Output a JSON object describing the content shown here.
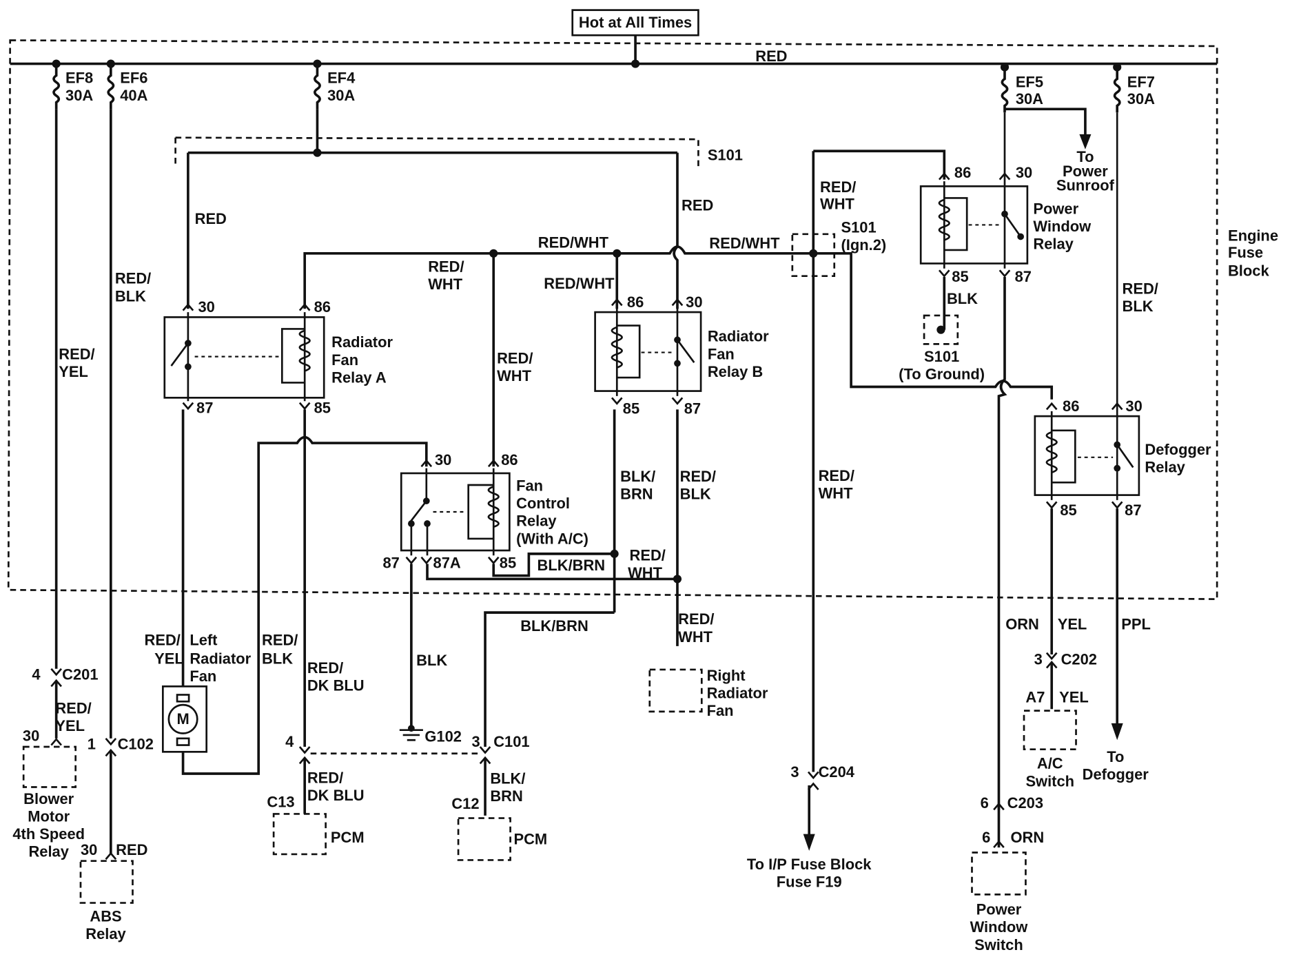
{
  "header": {
    "title": "Hot at All Times"
  },
  "block_label": {
    "lines": [
      "Engine",
      "Fuse",
      "Block"
    ]
  },
  "bus": {
    "color": "RED"
  },
  "fuses": [
    {
      "name": "EF8",
      "rating": "30A"
    },
    {
      "name": "EF6",
      "rating": "40A"
    },
    {
      "name": "EF4",
      "rating": "30A"
    },
    {
      "name": "EF5",
      "rating": "30A"
    },
    {
      "name": "EF7",
      "rating": "30A"
    }
  ],
  "splices": {
    "top": "S101",
    "ign_lines": [
      "S101",
      "(Ign.2)"
    ],
    "ground_lines": [
      "S101",
      "(To Ground)"
    ],
    "ground_point": "G102"
  },
  "relays": {
    "fan_a": {
      "lines": [
        "Radiator",
        "Fan",
        "Relay A"
      ],
      "pins": [
        "30",
        "86",
        "87",
        "85"
      ]
    },
    "fan_b": {
      "lines": [
        "Radiator",
        "Fan",
        "Relay B"
      ],
      "pins": [
        "86",
        "30",
        "85",
        "87"
      ]
    },
    "fan_control": {
      "lines": [
        "Fan",
        "Control",
        "Relay",
        "(With A/C)"
      ],
      "pins": [
        "30",
        "86",
        "87",
        "87A",
        "85"
      ]
    },
    "power_window": {
      "lines": [
        "Power",
        "Window",
        "Relay"
      ],
      "pins": [
        "86",
        "30",
        "85",
        "87"
      ]
    },
    "defogger": {
      "lines": [
        "Defogger",
        "Relay"
      ],
      "pins": [
        "86",
        "30",
        "85",
        "87"
      ]
    }
  },
  "wires": {
    "red": "RED",
    "red_wht": "RED/WHT",
    "red_wht_1": "RED/",
    "red_wht_2": "WHT",
    "red_blk_1": "RED/",
    "red_blk_2": "BLK",
    "red_yel_1": "RED/",
    "red_yel_2": "YEL",
    "blk_brn": "BLK/BRN",
    "blk_brn_1": "BLK/",
    "blk_brn_2": "BRN",
    "red_dkblu_1": "RED/",
    "red_dkblu_2": "DK BLU",
    "blk": "BLK",
    "orn": "ORN",
    "yel": "YEL",
    "ppl": "PPL",
    "yel_left": "YEL",
    "red_left": "RED/"
  },
  "connectors": {
    "c201": {
      "name": "C201",
      "pin": "4"
    },
    "c102": {
      "name": "C102",
      "pin": "1"
    },
    "c101": {
      "name": "C101",
      "pin": "3"
    },
    "c101_left": {
      "pin": "4"
    },
    "c202": {
      "name": "C202",
      "pin": "3"
    },
    "c204": {
      "name": "C204",
      "pin": "3"
    },
    "c203": {
      "name": "C203",
      "pin": "6"
    },
    "c13": {
      "name": "C13"
    },
    "c12": {
      "name": "C12"
    },
    "a7": {
      "name": "A7"
    },
    "pin30": "30",
    "pin6": "6"
  },
  "components": {
    "left_fan": {
      "lines": [
        "Left",
        "Radiator",
        "Fan"
      ],
      "motor": "M"
    },
    "right_fan": {
      "lines": [
        "Right",
        "Radiator",
        "Fan"
      ]
    },
    "blower": {
      "lines": [
        "Blower",
        "Motor",
        "4th Speed",
        "Relay"
      ]
    },
    "abs": {
      "lines": [
        "ABS",
        "Relay"
      ]
    },
    "pcm": "PCM",
    "ac_switch": {
      "lines": [
        "A/C",
        "Switch"
      ]
    },
    "pw_switch": {
      "lines": [
        "Power",
        "Window",
        "Switch"
      ]
    },
    "ip_fuse": {
      "lines": [
        "To I/P Fuse Block",
        "Fuse F19"
      ]
    },
    "sunroof": {
      "lines": [
        "To",
        "Power",
        "Sunroof"
      ]
    },
    "defogger_out": {
      "lines": [
        "To",
        "Defogger"
      ]
    }
  }
}
